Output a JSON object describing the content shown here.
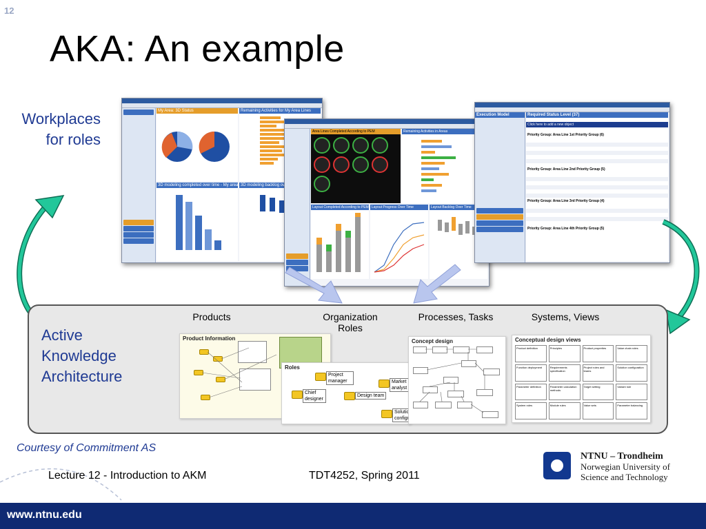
{
  "slide": {
    "number": "12",
    "title": "AKA: An example",
    "workplaces_label_1": "Workplaces",
    "workplaces_label_2": "for roles",
    "aka_label_1": "Active",
    "aka_label_2": "Knowledge",
    "aka_label_3": "Architecture",
    "columns": {
      "products": "Products",
      "org_roles_1": "Organization",
      "org_roles_2": "Roles",
      "processes": "Processes, Tasks",
      "systems": "Systems, Views"
    },
    "courtesy": "Courtesy of Commitment AS",
    "footer_left": "Lecture 12 - Introduction to AKM",
    "footer_center": "TDT4252, Spring 2011",
    "ntnu_line1": "NTNU – Trondheim",
    "ntnu_line2": "Norwegian University of",
    "ntnu_line3": "Science and Technology",
    "url": "www.ntnu.edu"
  },
  "screenshots": {
    "left_panel1": "My Area: 3D Status",
    "left_panel2": "Remaining Activities for My Area Lines",
    "left_panel3": "3D modeling completed over time - My area",
    "left_panel4": "3D modeling backlog over",
    "mid_panel1": "Area Lines Completed According to PEM",
    "mid_panel2": "Remaining Activities in Areas",
    "mid_panel3": "Layout Completed According to PEM",
    "mid_panel4": "Layout Progress Over Time",
    "mid_panel5": "Layout Backlog Over Time",
    "right_title": "Execution Model",
    "right_panel": "Required Status Level (37)",
    "right_link": "Click here to add a new object",
    "right_group1": "Priority Group: Area Line 1st Priority Group (6)",
    "right_group2": "Priority Group: Area Line 2nd Priority Group (5)",
    "right_group3": "Priority Group: Area Line 3rd Priority Group (4)",
    "right_group4": "Priority Group: Area Line 4th Priority Group (5)"
  },
  "diagrams": {
    "products_title": "Product Information",
    "roles_title": "Roles",
    "role_project_manager": "Project manager",
    "role_chief_designer": "Chief designer",
    "role_design_team": "Design team",
    "role_market_analyst": "Market analyst",
    "role_solution_configurator": "Solution configur",
    "process_title": "Concept design",
    "views_title": "Conceptual design views",
    "views_items": [
      "Product definition",
      "Principles",
      "Product properties",
      "Value chain roles",
      "Function deployment",
      "Requirements specification",
      "Project roles and teams",
      "Solution configuration",
      "Parameter definition",
      "Parameter calculation methods",
      "Target setting",
      "Variant rule",
      "System roles",
      "Module rules",
      "Value sets",
      "Parameter balancing"
    ]
  },
  "colors": {
    "title_blue": "#1f3a93",
    "bar_navy": "#0f2a73",
    "arrow_green": "#1aa57f"
  }
}
